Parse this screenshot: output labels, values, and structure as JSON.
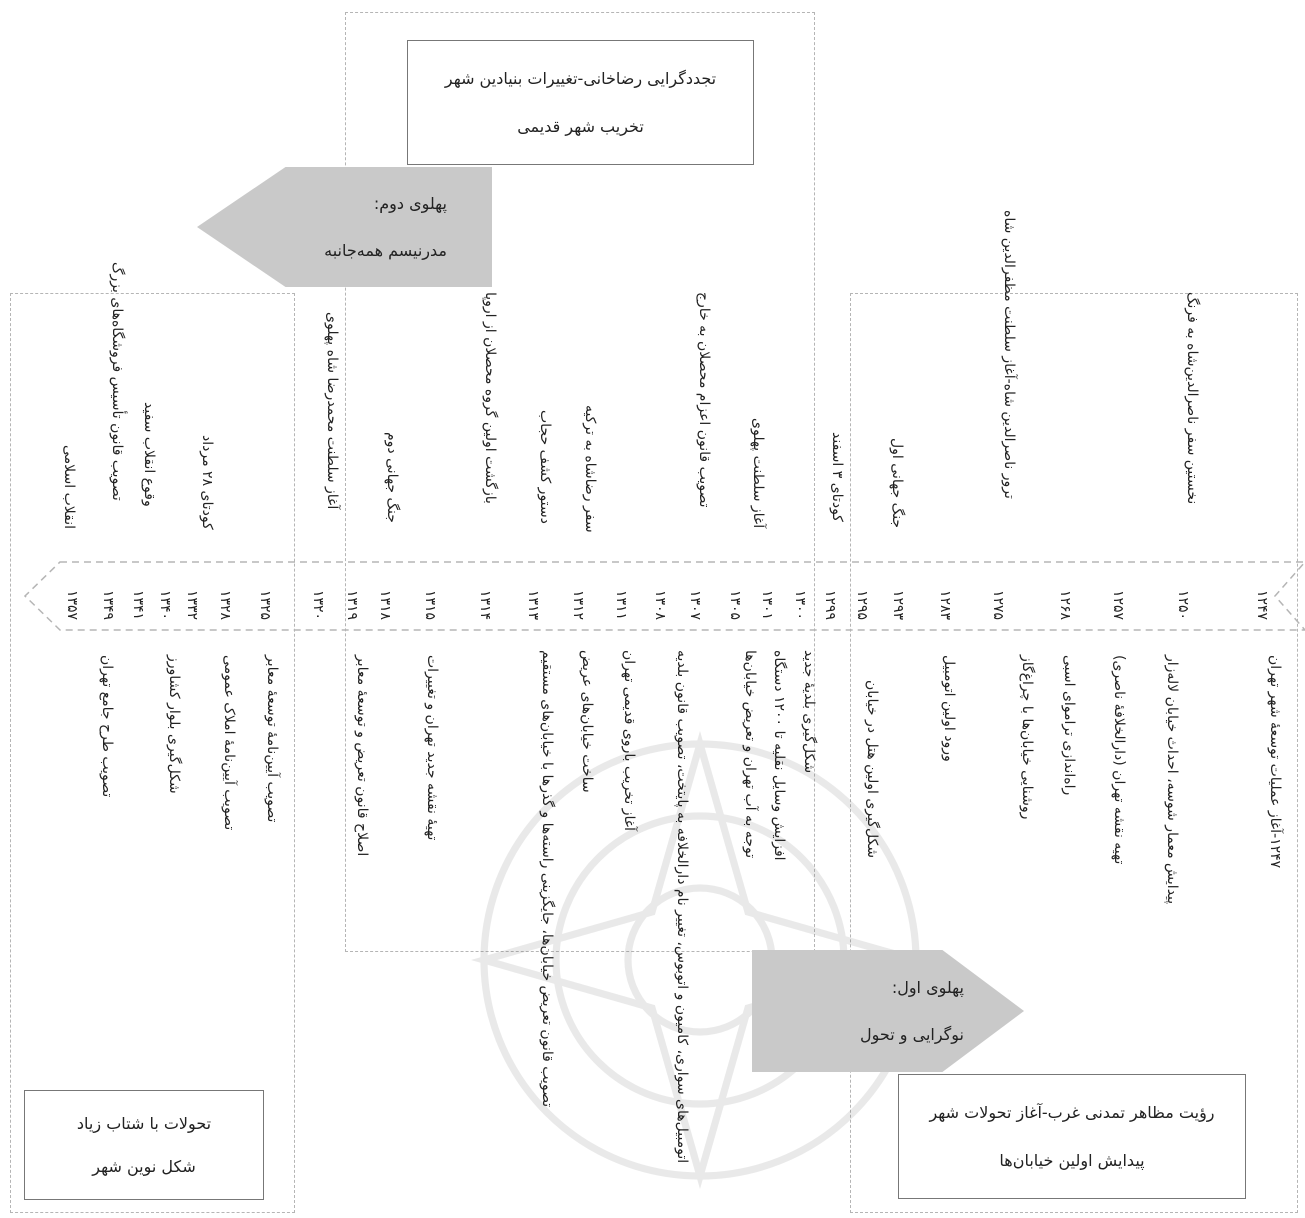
{
  "top_box": {
    "line1": "تجددگرایی رضاخانی-تغییرات بنیادین شهر",
    "line2": "تخریب شهر قدیمی"
  },
  "pahlavi2_arrow": {
    "line1": "پهلوی دوم:",
    "line2": "مدرنیسم همه‌جانبه"
  },
  "pahlavi1_arrow": {
    "line1": "پهلوی اول:",
    "line2": "نوگرایی و تحول"
  },
  "bottom_right_box": {
    "line1": "رؤیت مظاهر تمدنی غرب-آغاز تحولات شهر",
    "line2": "پیدایش اولین خیابان‌ها"
  },
  "bottom_left_box": {
    "line1": "تحولات با شتاب زیاد",
    "line2": "شکل نوین شهر"
  },
  "years": [
    "۱۲۴۷",
    "۱۲۵۰",
    "۱۲۵۷",
    "۱۲۶۸",
    "۱۲۷۵",
    "۱۲۸۳",
    "۱۲۹۳",
    "۱۲۹۵",
    "۱۲۹۹",
    "۱۳۰۰",
    "۱۳۰۱",
    "۱۳۰۵",
    "۱۳۰۷",
    "۱۳۰۸",
    "۱۳۱۱",
    "۱۳۱۲",
    "۱۳۱۳",
    "۱۳۱۴",
    "۱۳۱۵",
    "۱۳۱۸",
    "۱۳۱۹",
    "۱۳۲۰",
    "۱۳۲۵",
    "۱۳۲۸",
    "۱۳۳۲",
    "۱۳۴۰",
    "۱۳۴۱",
    "۱۳۴۹",
    "۱۳۵۷"
  ],
  "top_events": [
    "نخستین سفر ناصرالدین‌شاه به فرنگ",
    "ترور ناصرالدین شاه-آغاز سلطنت مظفرالدین شاه",
    "جنگ جهانی اول",
    "کودتای ۳ اسفند",
    "آغاز سلطنت پهلوی",
    "تصویب قانون اعزام محصلان به خارج",
    "سفر رضاشاه به ترکیه",
    "دستور کشف حجاب",
    "بازگشت اولین گروه محصلان از اروپا",
    "جنگ جهانی دوم",
    "آغاز سلطنت محمدرضا شاه پهلوی",
    "کودتای ۲۸ مرداد",
    "وقوع انقلاب سفید",
    "تصویب قانون تأسیس فروشگاه‌های بزرگ",
    "انقلاب اسلامی"
  ],
  "bottom_events": [
    "۱۲۴۷-آغاز عملیات توسعهٔ شهر تهران",
    "پیدایش معمار شوسه، احداث خیابان لاله‌زار",
    "تهیه نقشه تهران (دارالخلافهٔ ناصری)",
    "راه‌اندازی تراموای اسبی",
    "روشنایی خیابان‌ها با چراغ‌گاز",
    "ورود اولین اتومبیل",
    "شکل‌گیری اولین هتل در خیابان",
    "شکل‌گیری بلدیهٔ جدید",
    "افزایش وسایل نقلیه تا ۱۲۰۰ دستگاه",
    "توجه به آب تهران و تعریض خیابان‌ها",
    "اتومبیل‌های سواری، کامیون و اتوبوس، تغییر نام دارالخلافه به پایتخت، تصویب قانون بلدیه",
    "آغاز تخریب باروی قدیمی تهران",
    "ساخت خیابان‌های عریض",
    "تصویب قانون تعریض خیابان‌ها، جایگزینی راسته‌ها و گذرها با خیابان‌های مستقیم",
    "تهیهٔ نقشه جدید تهران و تغییرات",
    "اصلاح قانون تعریض و توسعهٔ معابر",
    "تصویب آیین‌نامهٔ توسعهٔ معابر",
    "تصویب آیین‌نامهٔ املاک عمومی",
    "شکل‌گیری بلوار کشاورز",
    "تصویب طرح جامع تهران"
  ]
}
